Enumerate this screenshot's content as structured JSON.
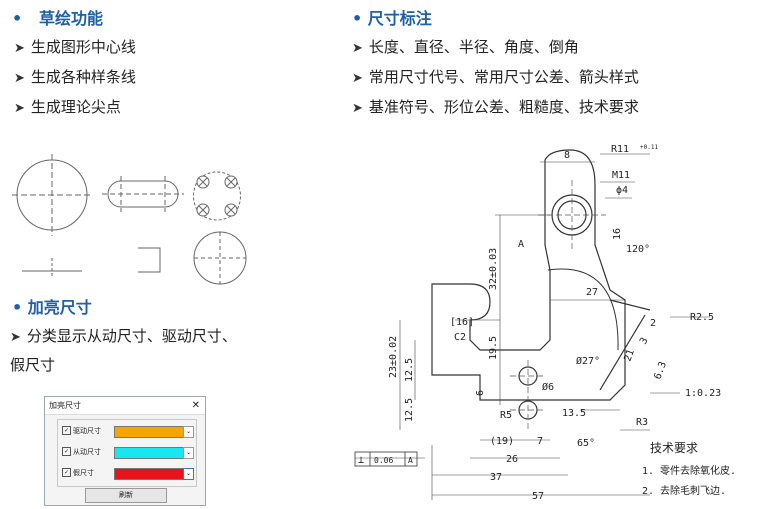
{
  "sections": {
    "sketch": {
      "title": "草绘功能",
      "items": [
        "生成图形中心线",
        "生成各种样条线",
        "生成理论尖点"
      ]
    },
    "dimension": {
      "title": "尺寸标注",
      "items": [
        "长度、直径、半径、角度、倒角",
        "常用尺寸代号、常用尺寸公差、箭头样式",
        "基准符号、形位公差、粗糙度、技术要求"
      ]
    },
    "highlight": {
      "title": "加亮尺寸",
      "line1": "分类显示从动尺寸、驱动尺寸、",
      "line2": "假尺寸"
    }
  },
  "dialog": {
    "title": "加亮尺寸",
    "close": "✕",
    "rows": [
      {
        "label": "驱动尺寸",
        "color": "#f5a400"
      },
      {
        "label": "从动尺寸",
        "color": "#19e6ee"
      },
      {
        "label": "假尺寸",
        "color": "#e8141c"
      }
    ],
    "refresh": "刷新"
  },
  "drawing": {
    "dims": {
      "d8": "8",
      "r11": "R11",
      "r11tol": "+0.11",
      "m11": "M11",
      "phi4": "ϕ4",
      "d16": "16",
      "a120": "120°",
      "datumA": "A",
      "d32": "32±0.03",
      "d27": "27",
      "r25": "R2.5",
      "d2": "2",
      "d16b": "[16]",
      "c2": "C2",
      "d195": "19.5",
      "d23": "23±0.02",
      "d125a": "12.5",
      "d125b": "12.5",
      "phi27": "Ø27°",
      "d21": "21",
      "phi6": "Ø6",
      "d6": "6",
      "d63": "6.3",
      "taper": "1:0.23",
      "d3": "3",
      "r5": "R5",
      "d135": "13.5",
      "r3": "R3",
      "d19": "(19)",
      "d7": "7",
      "a65": "65°",
      "d26": "26",
      "d37": "37",
      "d57": "57",
      "fcfSym": "⊥",
      "fcfVal": "0.06",
      "fcfDatum": "A",
      "tech": "技术要求",
      "tech1": "1. 零件去除氧化皮.",
      "tech2": "2. 去除毛刺飞边."
    }
  }
}
